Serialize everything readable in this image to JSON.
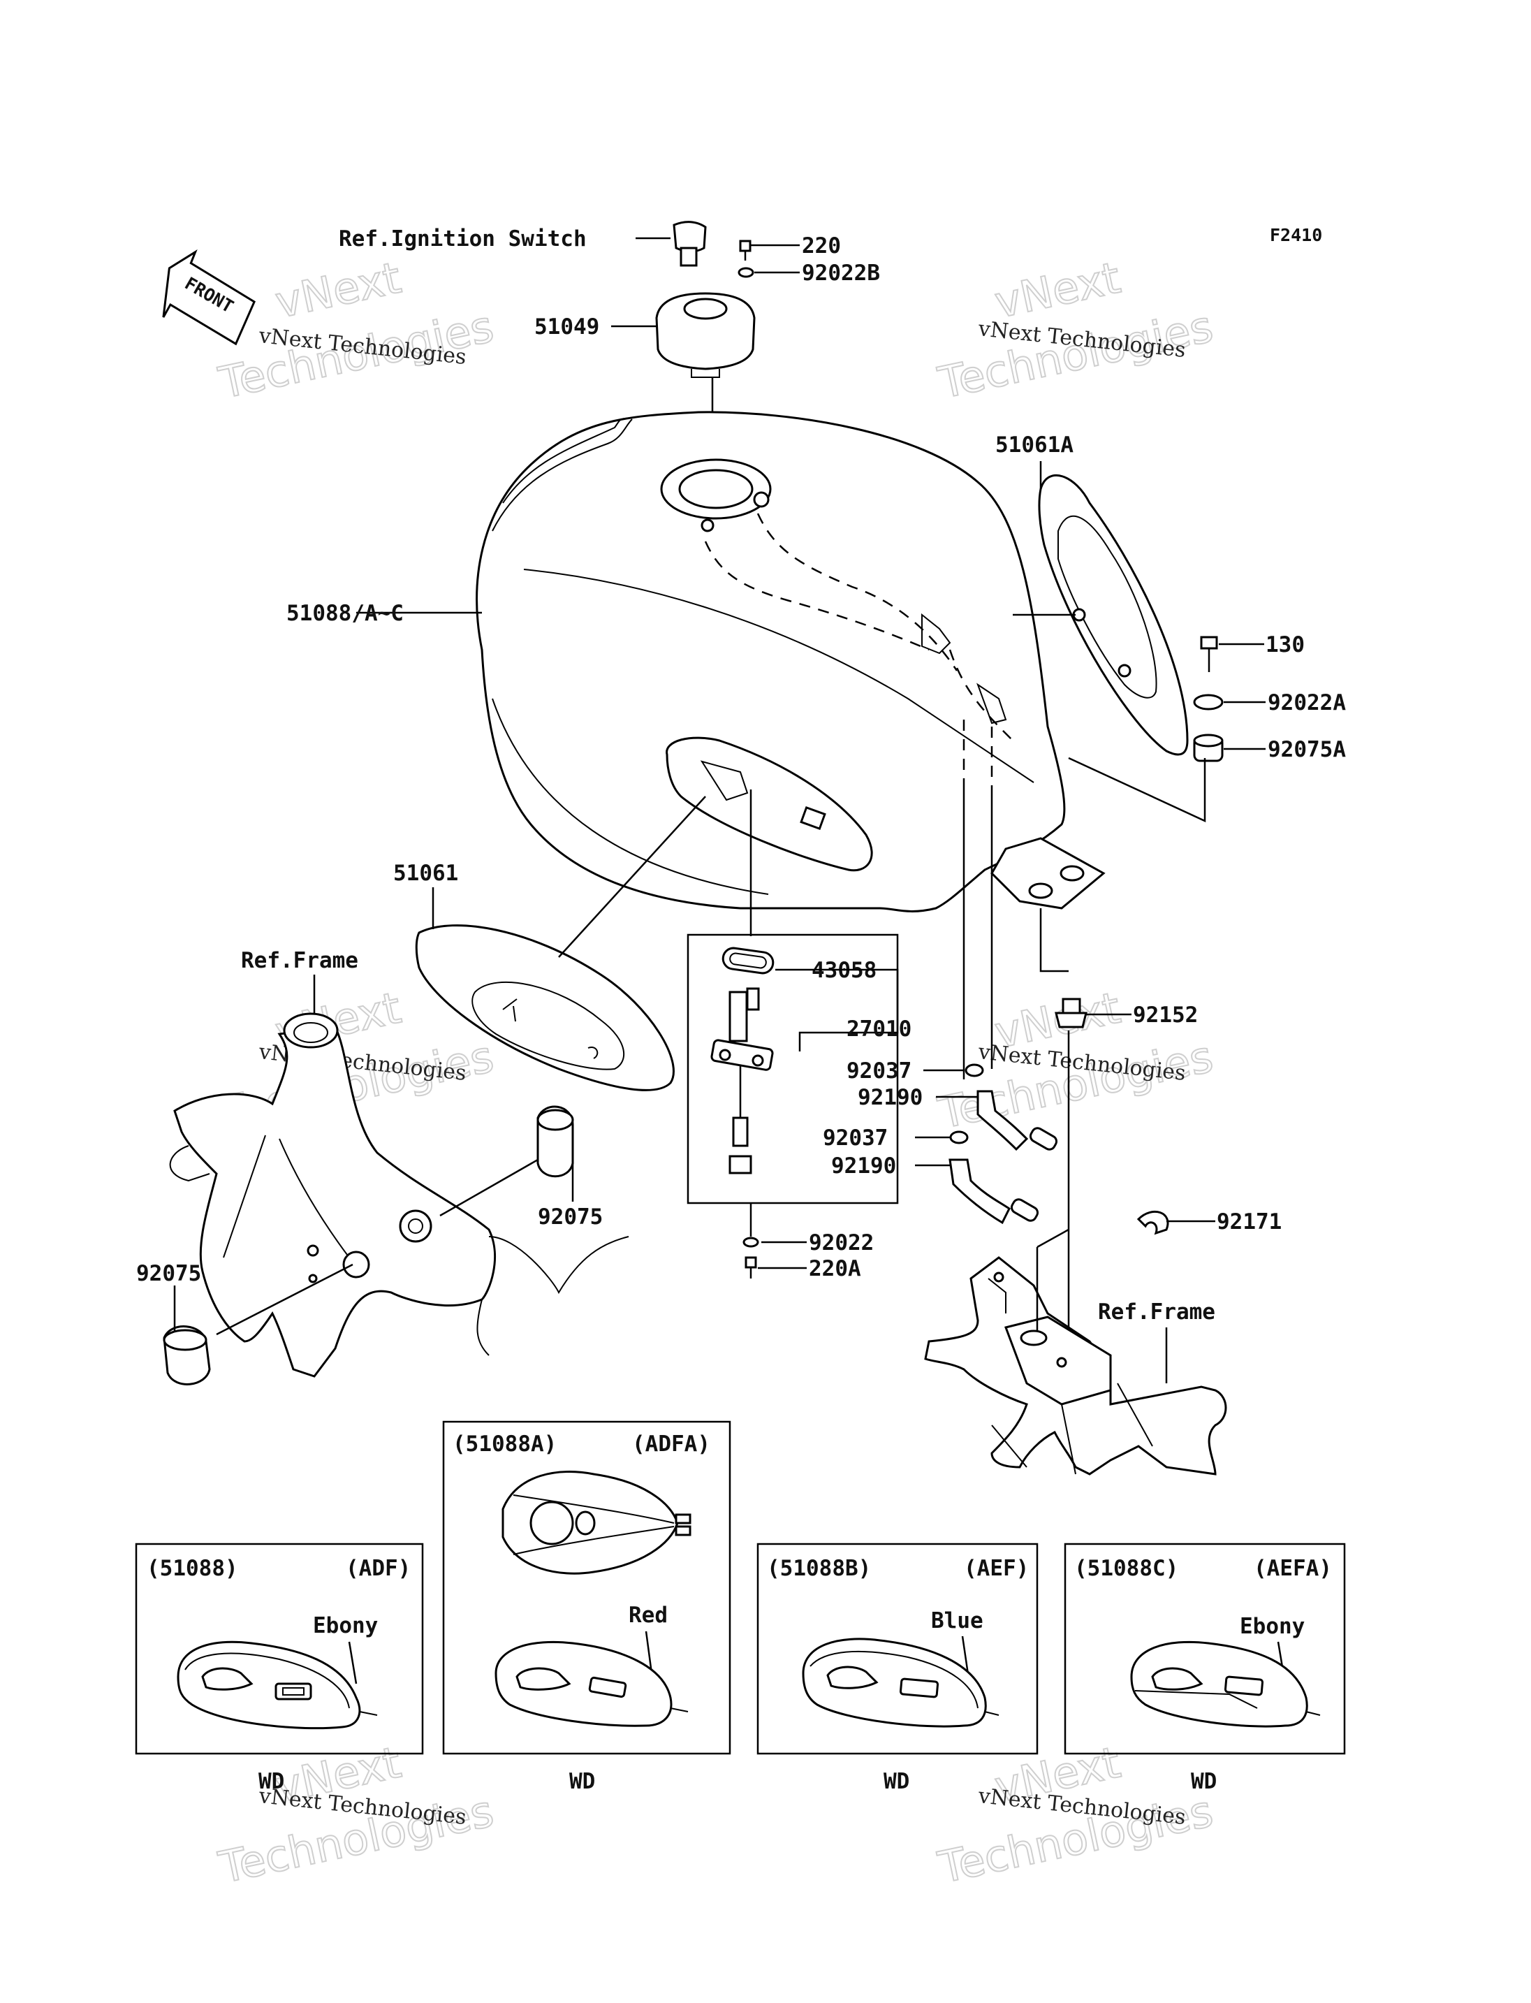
{
  "diagram_code": "F2410",
  "front_arrow_label": "FRONT",
  "watermark": {
    "brand": "vNext",
    "line": "vNext Technologies",
    "word": "Technologies"
  },
  "callouts": {
    "ignition_switch": "Ref.Ignition Switch",
    "p220": "220",
    "p92022B": "92022B",
    "p51049": "51049",
    "p51061A": "51061A",
    "p51088": "51088/A~C",
    "p130": "130",
    "p92022A": "92022A",
    "p92075A": "92075A",
    "p51061": "51061",
    "ref_frame_left": "Ref.Frame",
    "p43058": "43058",
    "p27010": "27010",
    "p92037_a": "92037",
    "p92190_a": "92190",
    "p92037_b": "92037",
    "p92190_b": "92190",
    "p92152": "92152",
    "p92075_right": "92075",
    "p92075_left": "92075",
    "p92022": "92022",
    "p220A": "220A",
    "p92171": "92171",
    "ref_frame_right": "Ref.Frame"
  },
  "variants": [
    {
      "part": "(51088)",
      "code": "(ADF)",
      "color": "Ebony",
      "footer": "WD"
    },
    {
      "part": "(51088A)",
      "code": "(ADFA)",
      "color": "Red",
      "footer": "WD"
    },
    {
      "part": "(51088B)",
      "code": "(AEF)",
      "color": "Blue",
      "footer": "WD"
    },
    {
      "part": "(51088C)",
      "code": "(AEFA)",
      "color": "Ebony",
      "footer": "WD"
    }
  ]
}
